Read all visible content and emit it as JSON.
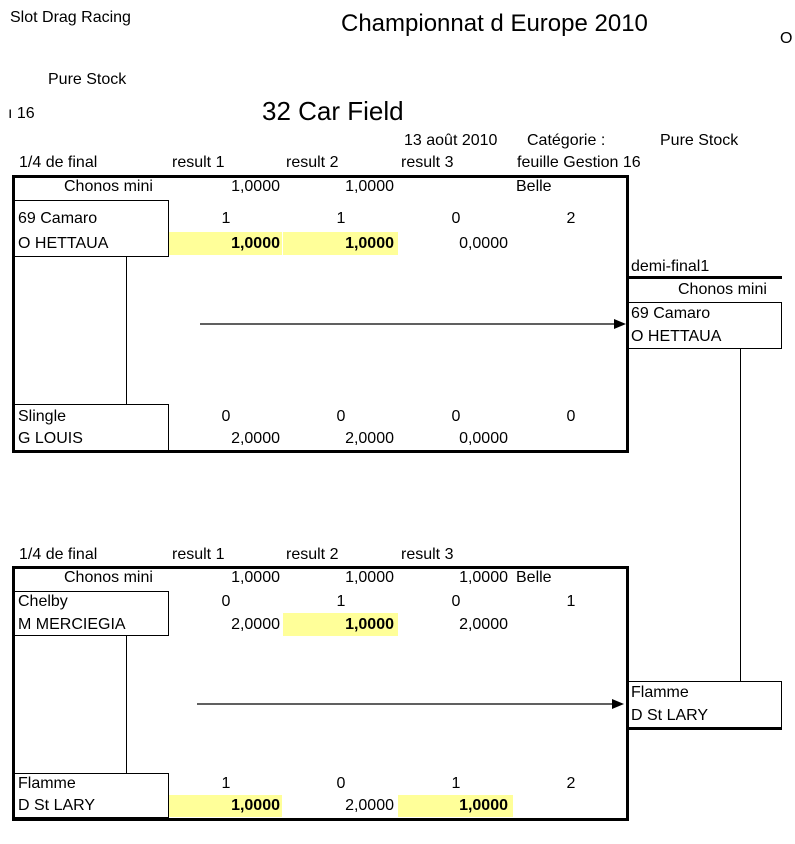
{
  "header": {
    "app": "Slot Drag Racing",
    "title": "Championnat d Europe 2010",
    "edge_right": "O",
    "category_left": "Pure Stock",
    "edge_left": "ı 16",
    "field": "32 Car Field",
    "date": "13 août 2010",
    "category_label": "Catégorie :",
    "category_value": "Pure Stock",
    "sheet": "feuille Gestion 16"
  },
  "column_headers": {
    "round": "1/4 de final",
    "r1": "result 1",
    "r2": "result 2",
    "r3": "result 3",
    "belle": "Belle"
  },
  "match1": {
    "chrono_label": "Chonos mini",
    "chrono": [
      "1,0000",
      "1,0000",
      ""
    ],
    "top": {
      "car": "69 Camaro",
      "driver": "O HETTAUA",
      "wins": [
        "1",
        "1",
        "0"
      ],
      "total": "2",
      "times": [
        "1,0000",
        "1,0000",
        "0,0000"
      ]
    },
    "bottom": {
      "car": "Slingle",
      "driver": "G LOUIS",
      "wins": [
        "0",
        "0",
        "0"
      ],
      "total": "0",
      "times": [
        "2,0000",
        "2,0000",
        "0,0000"
      ]
    }
  },
  "match2": {
    "chrono_label": "Chonos mini",
    "chrono": [
      "1,0000",
      "1,0000",
      "1,0000"
    ],
    "top": {
      "car": "Chelby",
      "driver": "M MERCIEGIA",
      "wins": [
        "0",
        "1",
        "0"
      ],
      "total": "1",
      "times": [
        "2,0000",
        "1,0000",
        "2,0000"
      ]
    },
    "bottom": {
      "car": "Flamme",
      "driver": "D St LARY",
      "wins": [
        "1",
        "0",
        "1"
      ],
      "total": "2",
      "times": [
        "1,0000",
        "2,0000",
        "1,0000"
      ]
    }
  },
  "semi": {
    "label": "demi-final1",
    "chrono_label": "Chonos mini",
    "top": {
      "car": "69 Camaro",
      "driver": "O HETTAUA"
    },
    "bottom": {
      "car": "Flamme",
      "driver": "D St LARY"
    }
  },
  "colors": {
    "highlight": "#ffff99",
    "line": "#000000"
  }
}
